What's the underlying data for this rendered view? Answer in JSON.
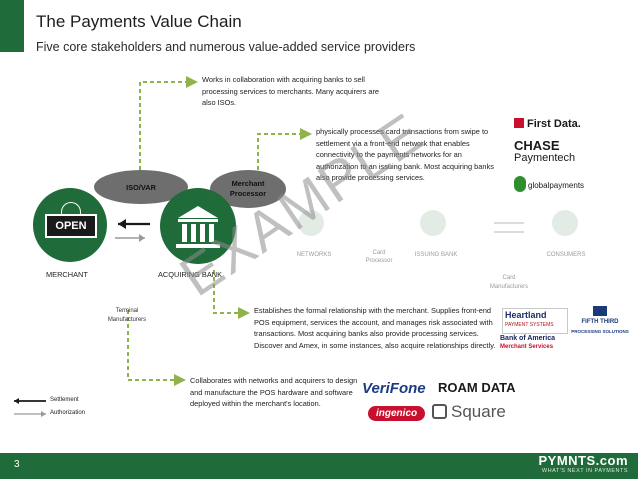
{
  "title": "The Payments Value Chain",
  "subtitle": "Five core stakeholders and numerous value-added service providers",
  "notes": {
    "iso": "Works in collaboration with acquiring banks to sell processing services to merchants. Many acquirers are also ISOs.",
    "processor": "physically processes card transactions from swipe to settlement via a front-end network that enables connectivity to the payments networks for an authorization to an issuing bank. Most acquiring banks also provide processing services.",
    "acquirer": "Establishes the formal relationship with the merchant. Supplies front-end POS equipment, services the account, and manages risk associated with transactions. Most acquiring banks also provide processing services. Discover and Amex, in some instances, also acquire relationships directly.",
    "terminal": "Collaborates with networks and acquirers to design and manufacture the POS hardware and software deployed within the merchant's location."
  },
  "nodes": {
    "iso_var": "ISO/VAR",
    "processor_line1": "Merchant",
    "processor_line2": "Processor",
    "merchant": "MERCHANT",
    "open_sign": "OPEN",
    "acquiring_bank": "ACQUIRING BANK",
    "terminal_line1": "Terminal",
    "terminal_line2": "Manufacturers",
    "networks": "NETWORKS",
    "card_processor_line1": "Card",
    "card_processor_line2": "Processor",
    "issuing_bank": "ISSUING BANK",
    "card_manufacturers_line1": "Card",
    "card_manufacturers_line2": "Manufacturers",
    "consumers": "CONSUMERS"
  },
  "watermark": "EXAMPLE",
  "legend": {
    "settlement": "Settlement",
    "authorization": "Authorization"
  },
  "logos": {
    "first_data": "First Data.",
    "chase_line1": "CHASE",
    "chase_line2": "Paymentech",
    "global_payments": "globalpayments",
    "heartland_line1": "Heartland",
    "heartland_line2": "PAYMENT SYSTEMS",
    "fifth_third_line1": "FIFTH THIRD",
    "fifth_third_line2": "PROCESSING SOLUTIONS",
    "bofa_line1": "Bank of America",
    "bofa_line2": "Merchant Services",
    "verifone": "VeriFone",
    "roam_data": "ROAM DATA",
    "ingenico": "ingenico",
    "square": "Square"
  },
  "footer": {
    "page_number": "3",
    "brand": "PYMNTS.com",
    "tagline": "WHAT'S NEXT IN PAYMENTS"
  },
  "colors": {
    "brand_green": "#1f6b3a",
    "dash_green": "#8fb34a",
    "oval_grey": "#6e6e6e"
  }
}
